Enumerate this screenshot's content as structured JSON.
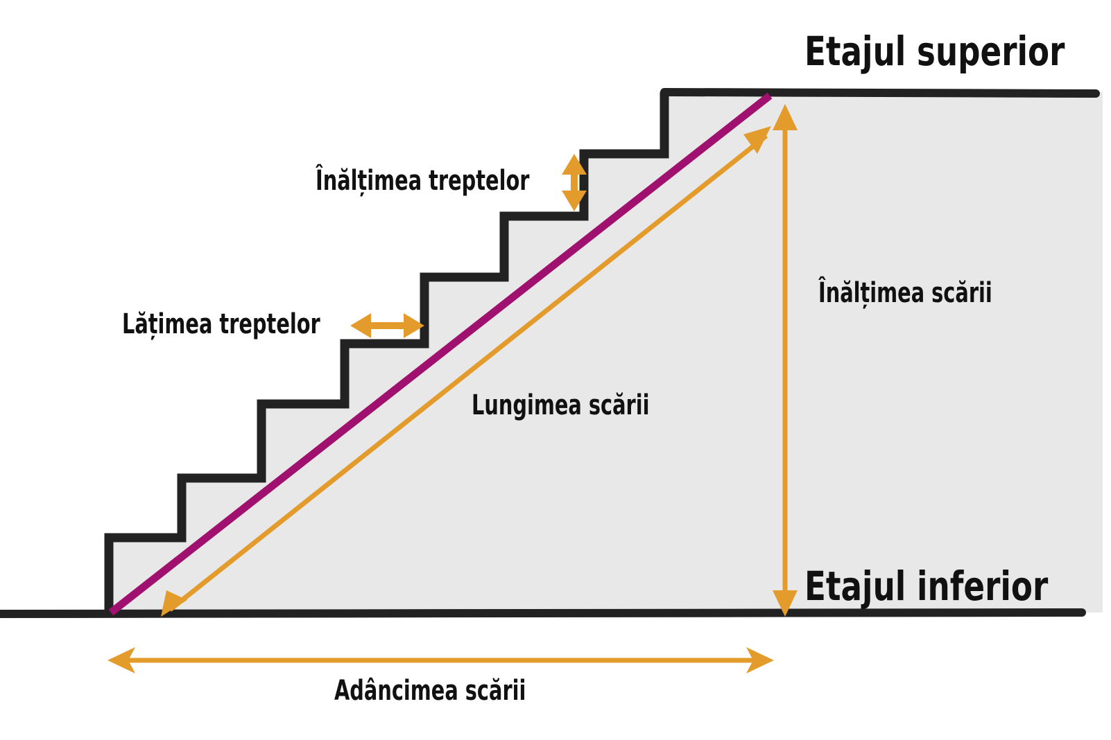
{
  "diagram": {
    "title": "Stair dimensions diagram",
    "colors": {
      "background": "#ffffff",
      "fill": "#e8e8e8",
      "outline": "#222222",
      "stringer_line": "#a0106e",
      "dimension_arrows": "#e39c2c",
      "text": "#111111"
    },
    "labels": {
      "upper_floor": "Etajul superior",
      "lower_floor": "Etajul inferior",
      "step_height": "Înălțimea treptelor",
      "step_width": "Lățimea treptelor",
      "stair_height": "Înălțimea scării",
      "stair_length": "Lungimea scării",
      "stair_depth": "Adâncimea scării"
    },
    "steps": {
      "count": 8
    }
  }
}
